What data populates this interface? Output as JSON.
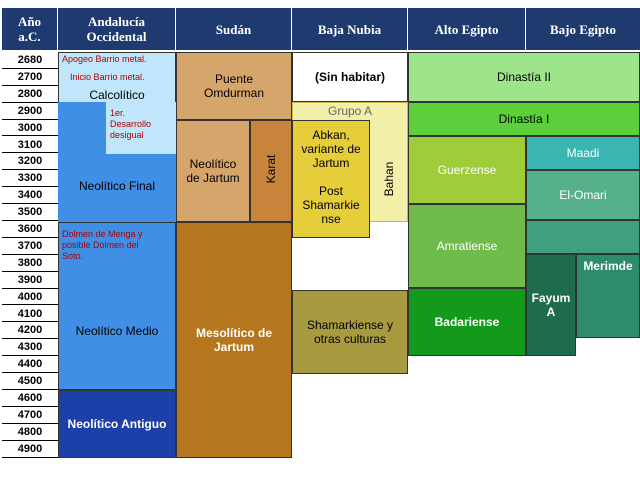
{
  "headers": {
    "year": "Año\na.C.",
    "andalucia": "Andalucía\nOccidental",
    "sudan": "Sudán",
    "baja_nubia": "Baja Nubia",
    "alto_egipto": "Alto Egipto",
    "bajo_egipto": "Bajo Egipto"
  },
  "years": [
    "2680",
    "2700",
    "2800",
    "2900",
    "3000",
    "3100",
    "3200",
    "3300",
    "3400",
    "3500",
    "3600",
    "3700",
    "3800",
    "3900",
    "4000",
    "4100",
    "4200",
    "4300",
    "4400",
    "4500",
    "4600",
    "4700",
    "4800",
    "4900"
  ],
  "andalucia": {
    "apogeo": "Apogeo Barrio metal.",
    "inicio": "Inicio Barrio metal.",
    "calcolitico": "Calcolítico",
    "desarrollo": "1er.\nDesarrollo\ndesigual",
    "neolitico_final": "Neolítico Final",
    "dolmen": "Dolmen de Menga y\nposible Dolmen del\nSoto.",
    "neolitico_medio": "Neolítico Medio",
    "neolitico_antiguo": "Neolítico Antiguo"
  },
  "sudan": {
    "puente": "Puente\nOmdurman",
    "neolitico_jartum": "Neolítico\nde Jartum",
    "karat": "Karat",
    "mesolitico": "Mesolítico de\nJartum"
  },
  "baja_nubia": {
    "sin_habitar": "(Sin habitar)",
    "grupo_a": "Grupo A",
    "abkan": "Abkan,\nvariante de\nJartum",
    "post": "Post\nShamarkie\nnse",
    "bahan": "Bahan",
    "shamarkiense": "Shamarkiense y\notras culturas"
  },
  "alto_egipto": {
    "dinastia_ii": "Dinastía II",
    "dinastia_i": "Dinastía I",
    "guerzense": "Guerzense",
    "amratiense": "Amratiense",
    "badariense": "Badariense"
  },
  "bajo_egipto": {
    "maadi": "Maadi",
    "el_omari": "El-Omari",
    "merimde": "Merimde",
    "fayum": "Fayum\nA"
  },
  "colors": {
    "header": "#1e3a6e",
    "light_blue": "#bfe6fb",
    "mid_blue": "#3f8fe6",
    "dark_blue": "#1c3fa8",
    "tan": "#d6a56b",
    "brown": "#b5761e",
    "dark_brown": "#c9843b",
    "light_yellow": "#f2f0a8",
    "yellow": "#e6cd3a",
    "olive": "#a89a3f",
    "light_green": "#9ee48a",
    "green": "#5ccf3a",
    "yellow_green": "#9fcd3a",
    "mid_green": "#6fbb4b",
    "dark_green": "#139a1c",
    "teal": "#3bb5b1",
    "sea_green": "#56b08a",
    "dark_teal": "#2e8b6e",
    "deep_teal": "#1f6b4d"
  }
}
